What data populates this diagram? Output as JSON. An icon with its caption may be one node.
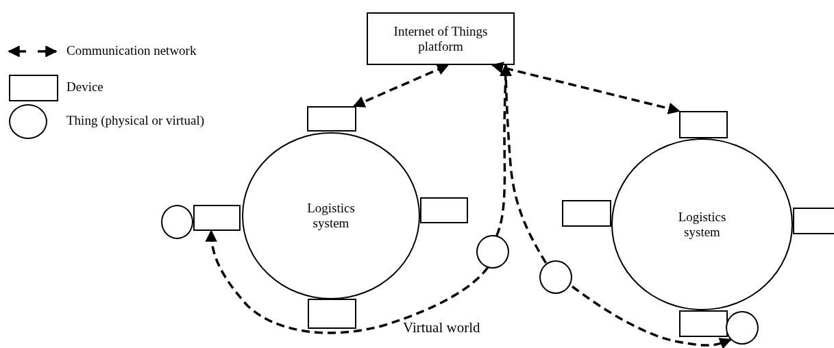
{
  "diagram": {
    "nodes": [
      {
        "text": [
          "Internet of Things platform"
        ]
      },
      {
        "text": [
          "Logistics system"
        ]
      },
      {
        "text": [],
        "shape": "box"
      },
      {
        "text": [],
        "shape": "box"
      },
      {
        "text": [],
        "shape": "box"
      },
      {
        "text": [],
        "shape": "box"
      },
      {
        "text": [],
        "shape": "circle"
      },
      {
        "text": [],
        "shape": "circle"
      },
      {
        "text": [],
        "shape": "circle"
      },
      {
        "text": [
          "Logistics system"
        ]
      },
      {
        "text": [],
        "shape": "box"
      },
      {
        "text": [],
        "shape": "box"
      },
      {
        "text": [],
        "shape": "box"
      },
      {
        "text": [],
        "shape": "box"
      },
      {
        "text": [],
        "shape": "circle"
      }
    ],
    "edges": [
      {
        "from": 2,
        "to": 0,
        "arrow": "both",
        "style": "dashed"
      },
      {
        "from": 0,
        "to": 10,
        "arrow": "both",
        "style": "dashed"
      },
      {
        "from": 7,
        "to": 0,
        "arrow": "to",
        "style": "dashed"
      },
      {
        "from": 7,
        "to": 3,
        "arrow": "to",
        "style": "dashed"
      },
      {
        "from": 8,
        "to": 0,
        "arrow": "to",
        "style": "dashed"
      },
      {
        "from": 8,
        "to": 14,
        "arrow": "to",
        "style": "dashed"
      }
    ],
    "labels": [
      "Virtual world"
    ],
    "legend": [
      {
        "text": "Communication network"
      },
      {
        "text": "Device"
      },
      {
        "text": "Thing (physical or virtual)"
      }
    ]
  }
}
